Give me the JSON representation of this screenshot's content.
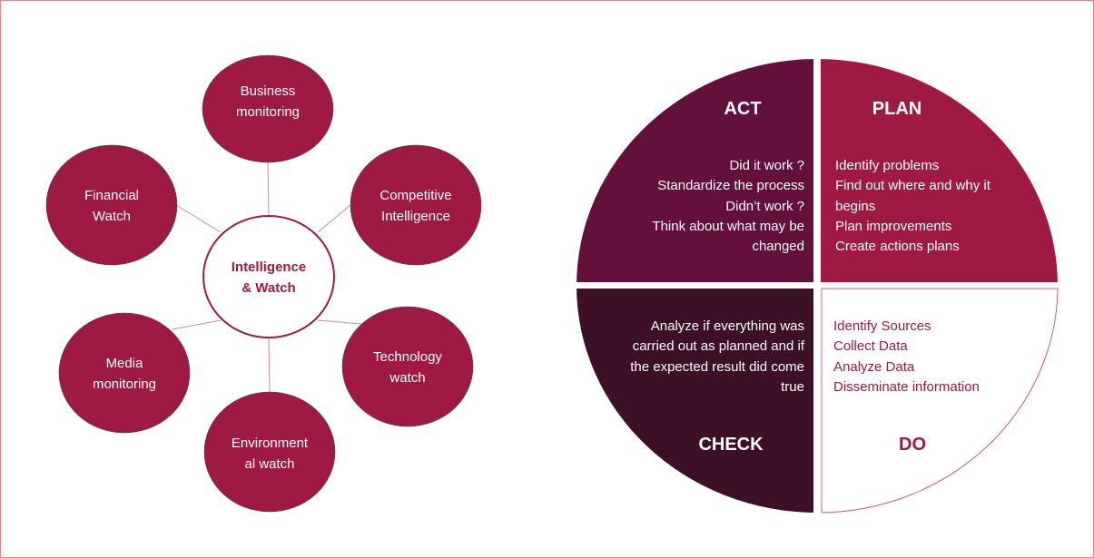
{
  "mindmap": {
    "center": [
      "Intelligence",
      "& Watch"
    ],
    "nodes": [
      {
        "id": "business",
        "lines": [
          "Business",
          "monitoring"
        ]
      },
      {
        "id": "financial",
        "lines": [
          "Financial",
          "Watch"
        ]
      },
      {
        "id": "competitive",
        "lines": [
          "Competitive",
          "Intelligence"
        ]
      },
      {
        "id": "media",
        "lines": [
          "Media",
          "monitoring"
        ]
      },
      {
        "id": "technology",
        "lines": [
          "Technology",
          "watch"
        ]
      },
      {
        "id": "environmental",
        "lines": [
          "Environment",
          "al watch"
        ]
      }
    ]
  },
  "pdca": {
    "act": {
      "title": "ACT",
      "lines": [
        "Did it work ?",
        "Standardize the process",
        "Didn’t work ?",
        "Think about what may be",
        "changed"
      ]
    },
    "plan": {
      "title": "PLAN",
      "lines": [
        "Identify problems",
        "Find out where and why it",
        "begins",
        "Plan improvements",
        "Create actions plans"
      ]
    },
    "check": {
      "title": "CHECK",
      "lines": [
        "Analyze if everything was",
        "carried out as planned and if",
        "the expected result did  come",
        "true"
      ]
    },
    "do": {
      "title": "DO",
      "lines": [
        "Identify Sources",
        "Collect  Data",
        "Analyze Data",
        "Disseminate information"
      ]
    }
  },
  "colors": {
    "accent": "#9e1a43",
    "act": "#63103a",
    "check": "#3c1027",
    "do": "#ffffff",
    "line": "#d08a9c"
  }
}
